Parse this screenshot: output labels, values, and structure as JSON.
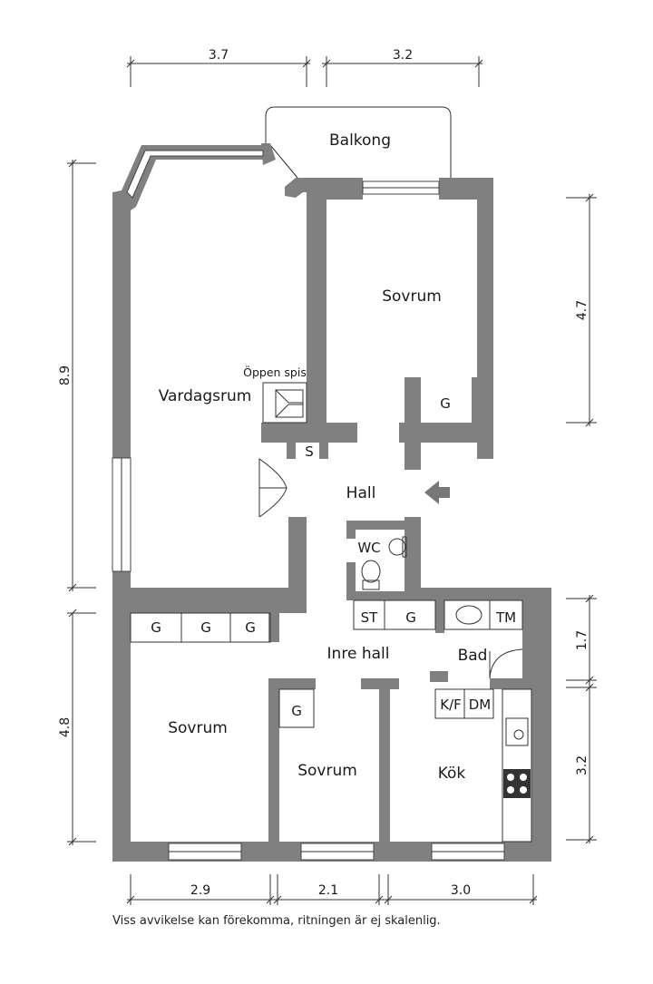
{
  "dimensions": {
    "top_left": "3.7",
    "top_right": "3.2",
    "left_upper": "8.9",
    "left_lower": "4.8",
    "right_upper": "4.7",
    "right_mid": "1.7",
    "right_lower": "3.2",
    "bottom_left": "2.9",
    "bottom_mid": "2.1",
    "bottom_right": "3.0"
  },
  "rooms": {
    "balcony": "Balkong",
    "bedroom_top": "Sovrum",
    "fireplace": "Öppen spis",
    "living_room": "Vardagsrum",
    "closet_top": "G",
    "storage_s": "S",
    "hall": "Hall",
    "wc": "WC",
    "st": "ST",
    "g_mid": "G",
    "tm": "TM",
    "g1": "G",
    "g2": "G",
    "g3": "G",
    "inner_hall": "Inre hall",
    "bath": "Bad",
    "g_small": "G",
    "kf": "K/F",
    "dm": "DM",
    "bedroom_large": "Sovrum",
    "bedroom_small": "Sovrum",
    "kitchen": "Kök"
  },
  "footer_note": "Viss avvikelse kan förekomma, ritningen är ej skalenlig.",
  "colors": {
    "wall": "#808080",
    "line": "#333333",
    "background": "#ffffff"
  }
}
